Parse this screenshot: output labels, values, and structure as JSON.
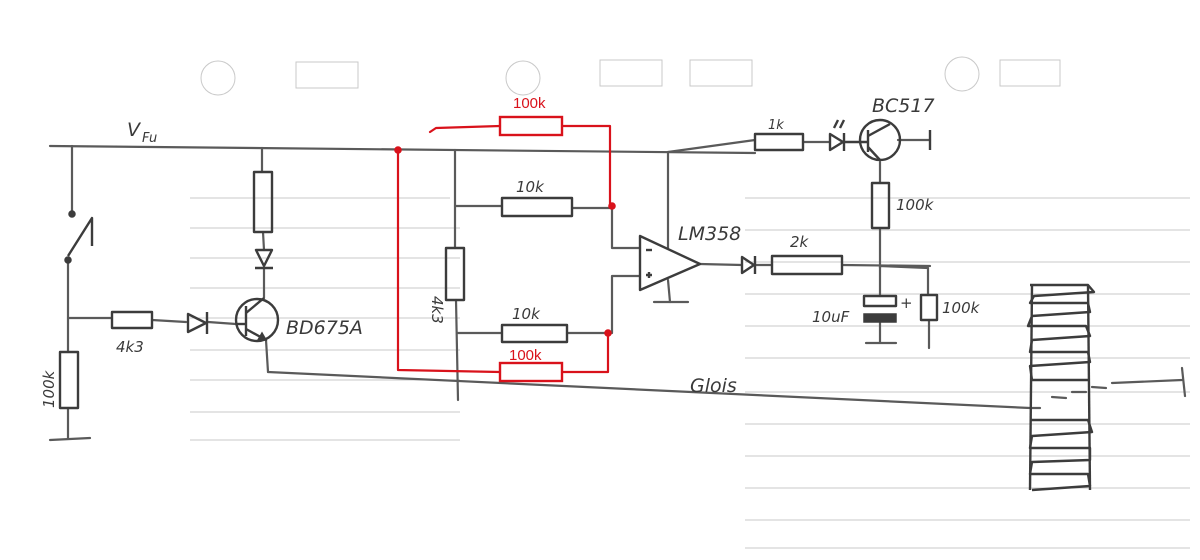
{
  "labels": {
    "supply": "V",
    "supply_sub": "Fu",
    "r_base_divider": "100k",
    "r_base": "4k3",
    "transistor_power": "BD675A",
    "r_divider_left": "4k3",
    "r_feedback_top": "10k",
    "r_feedback_bottom": "10k",
    "red_r_top": "100k",
    "red_r_bottom": "100k",
    "opamp": "LM358",
    "r_led": "1k",
    "transistor_small": "BC517",
    "r_collector": "100k",
    "r_output": "2k",
    "capacitor": "10uF",
    "cap_plus": "+",
    "r_discharge": "100k",
    "ground_rail": "Glois"
  },
  "colors": {
    "pencil": "#3c3c3c",
    "red_markup": "#d9121b"
  }
}
